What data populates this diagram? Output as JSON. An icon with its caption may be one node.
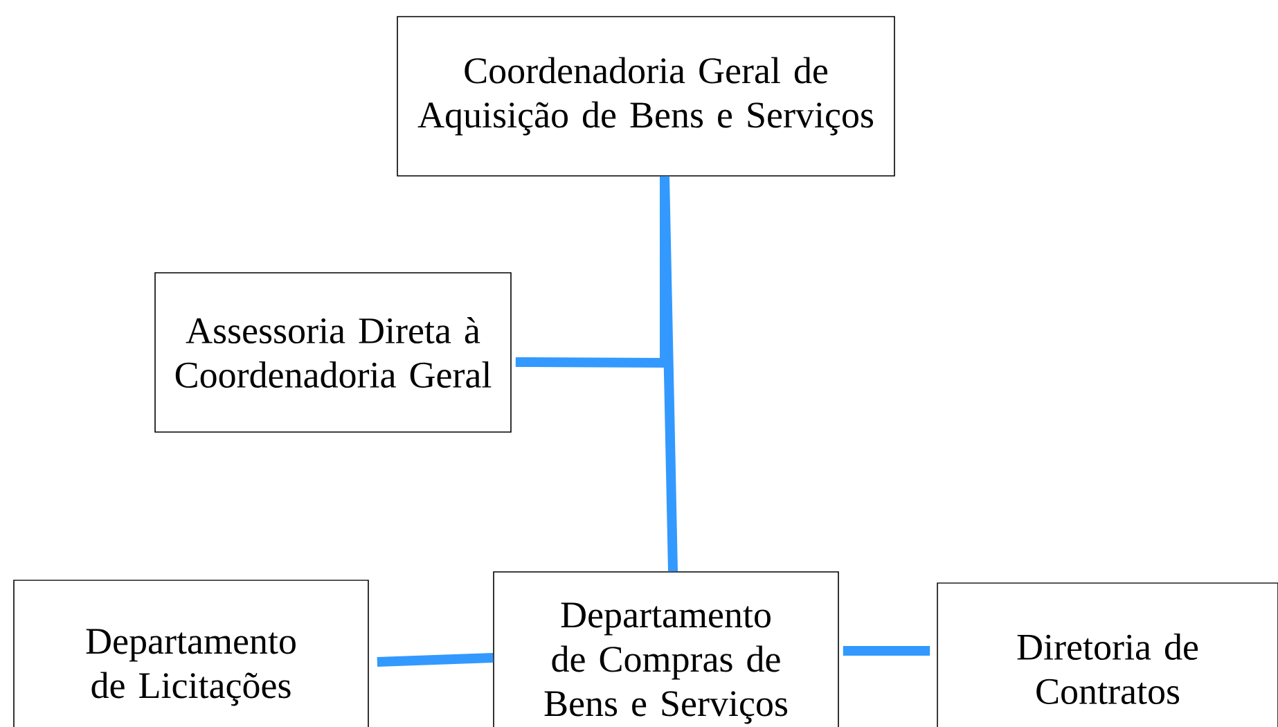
{
  "diagram": {
    "nodes": [
      {
        "text": [
          "Coordenadoria Geral de Aquisição de Bens e Serviços"
        ]
      },
      {
        "text": [
          "Assessoria Direta à Coordenadoria Geral"
        ]
      },
      {
        "text": [
          "Departamento de Licitações"
        ]
      },
      {
        "text": [
          "Departamento de Compras de Bens e Serviços"
        ]
      },
      {
        "text": [
          "Diretoria de Contratos"
        ]
      }
    ],
    "edges": [
      {
        "from": 0,
        "to": 3,
        "arrow": "none"
      },
      {
        "from": 1,
        "to": 0,
        "arrow": "none"
      },
      {
        "from": 2,
        "to": 3,
        "arrow": "none"
      },
      {
        "from": 3,
        "to": 4,
        "arrow": "none"
      }
    ]
  }
}
